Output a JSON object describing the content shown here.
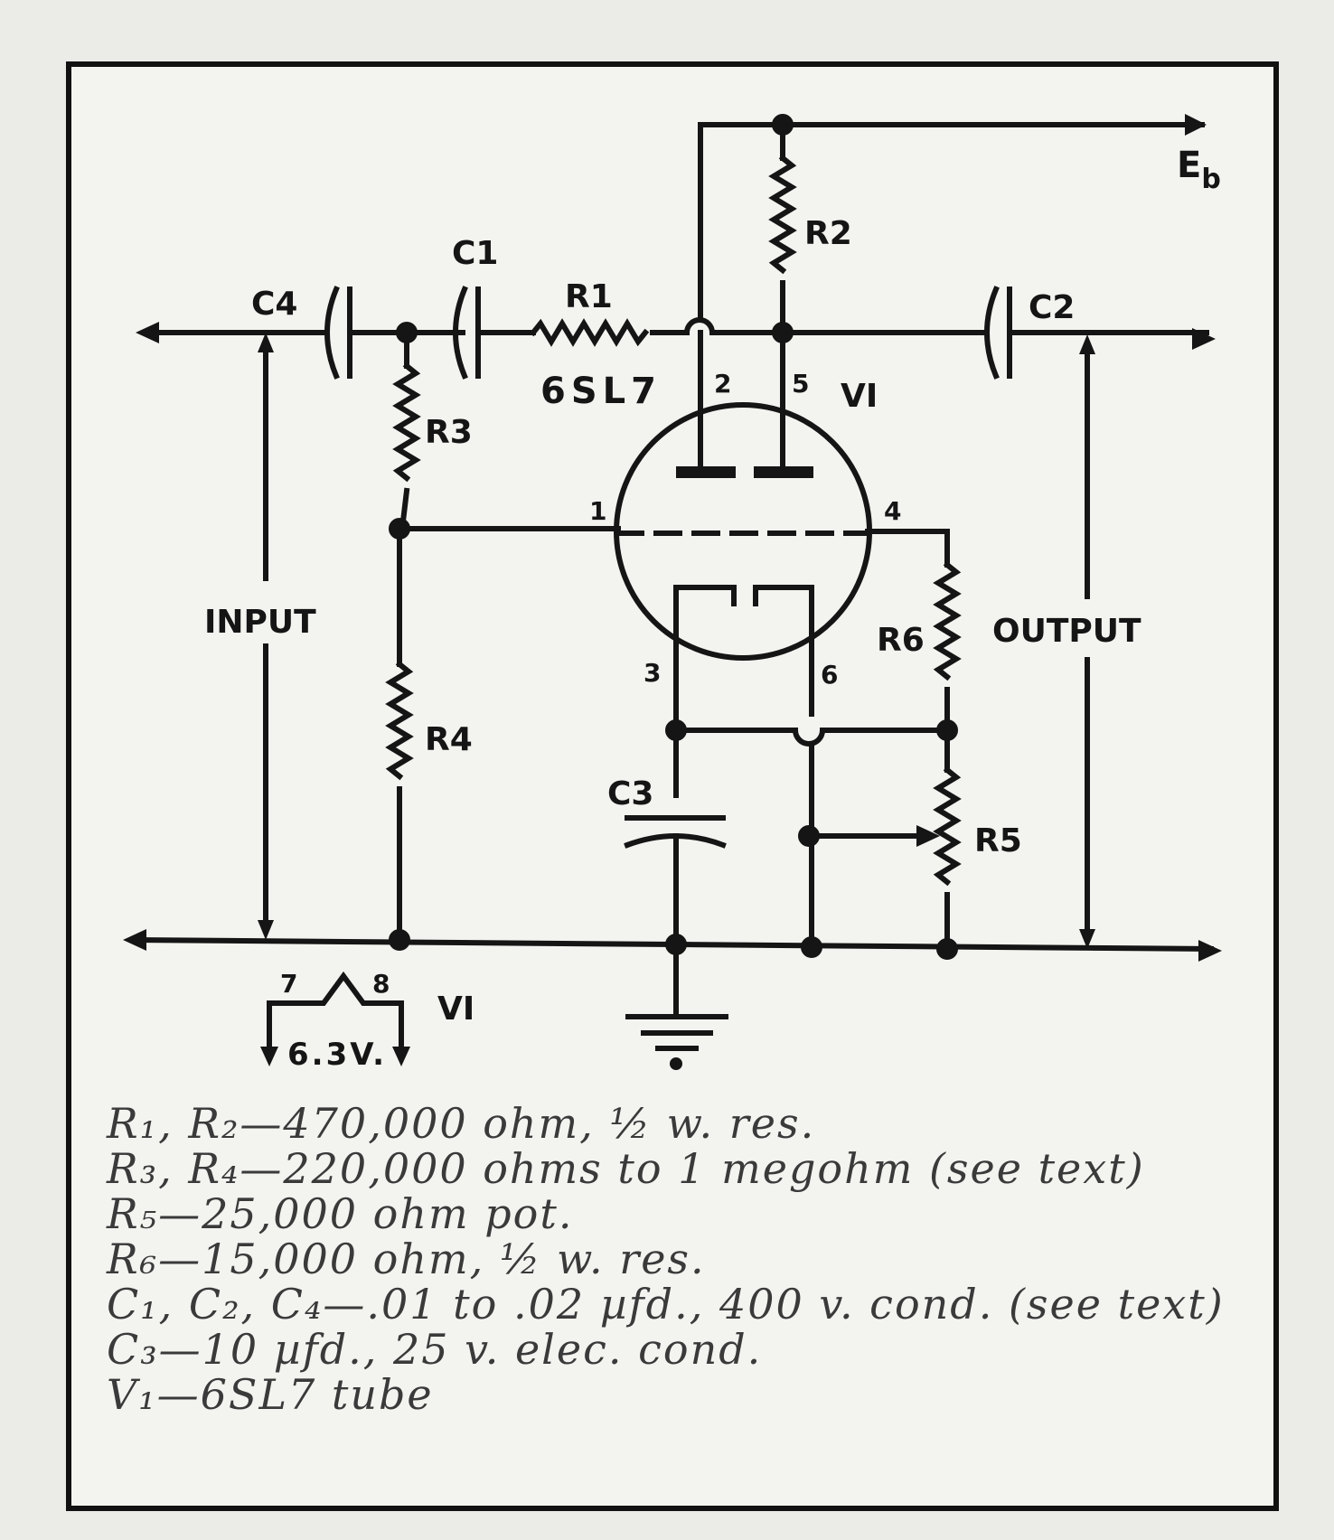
{
  "schematic": {
    "labels": {
      "eb": "E",
      "eb_sub": "b",
      "r2": "R2",
      "c1": "C1",
      "r1": "R1",
      "c4": "C4",
      "c2": "C2",
      "tube_type": "6SL7",
      "pin2": "2",
      "pin5": "5",
      "v1": "VI",
      "r3": "R3",
      "pin1": "1",
      "pin4": "4",
      "input": "INPUT",
      "output": "OUTPUT",
      "r6": "R6",
      "pin3": "3",
      "pin6": "6",
      "r4": "R4",
      "c3": "C3",
      "r5": "R5",
      "pin7": "7",
      "pin8": "8",
      "heater_v1": "VI",
      "heater_voltage": "6.3V."
    }
  },
  "parts_list": [
    "R₁, R₂—470,000 ohm, ½ w. res.",
    "R₃, R₄—220,000 ohms to 1 megohm (see text)",
    "R₅—25,000 ohm pot.",
    "R₆—15,000 ohm, ½ w. res.",
    "C₁, C₂, C₄—.01 to .02 µfd., 400 v. cond. (see text)",
    "C₃—10 µfd., 25 v. elec. cond.",
    "V₁—6SL7 tube"
  ]
}
